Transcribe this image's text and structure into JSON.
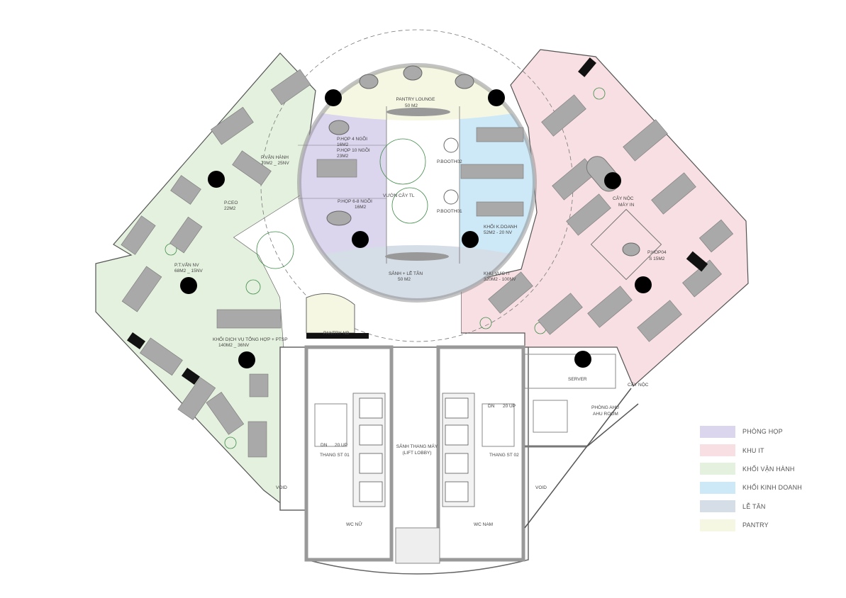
{
  "rooms": {
    "pantry_lounge": {
      "name": "PANTRY LOUNGE",
      "area": "50 M2"
    },
    "p_hop_4": {
      "name": "P.HỌP 4 NGỒI",
      "area": "16M2"
    },
    "p_hop_10": {
      "name": "P.HỌP 10 NGỒI",
      "area": "23M2"
    },
    "p_hop_6_8": {
      "name": "P.HỌP 6-8 NGỒI",
      "area": "16M2"
    },
    "von_cay": {
      "name": "VƯỜN CÂY TL"
    },
    "booth02": {
      "name": "P.BOOTH02"
    },
    "booth01": {
      "name": "P.BOOTH01"
    },
    "khoi_kd": {
      "name": "KHỐI K.DOANH",
      "area": "52M2 - 20 NV"
    },
    "sanh_le_tan": {
      "name": "SẢNH + LỄ TÂN",
      "area": "50 M2"
    },
    "khu_vuc_it": {
      "name": "KHU VỰC IT",
      "area": "320M2 - 100NV"
    },
    "cay_noc_may_in": {
      "name": "CÂY NỘC",
      "sub": "MÁY IN"
    },
    "p_hop04": {
      "name": "P.HOP04",
      "area": "S 15M2"
    },
    "p_van_hanh": {
      "name": "P.VẬN HÀNH",
      "area": "70M2 _ 25NV"
    },
    "p_ceo": {
      "name": "P.CEO",
      "area": "22M2"
    },
    "p_t_van_nv": {
      "name": "P.T.VẤN NV",
      "area": "68M2 _ 15NV"
    },
    "khoi_dich_vu": {
      "name": "KHỐI DỊCH VỤ TỔNG HỢP + PTSP",
      "area": "140M2 _ 36NV"
    },
    "pantry_nb": {
      "name": "PANTRY NB"
    },
    "server": {
      "name": "SERVER"
    },
    "cay_noc": {
      "name": "CÂY NỘC"
    },
    "phong_ahu": {
      "name": "PHÒNG AHU",
      "sub": "AHU ROOM"
    },
    "lift_lobby": {
      "name": "SẢNH THANG MÁY",
      "sub": "(LIFT LOBBY)"
    },
    "thang_01": {
      "name": "THANG ST 01",
      "dn": "DN",
      "up": "20 UP"
    },
    "thang_02": {
      "name": "THANG ST 02",
      "dn": "DN",
      "up": "20 UP"
    },
    "wc_nu": {
      "name": "WC NỮ"
    },
    "wc_nam": {
      "name": "WC NAM"
    },
    "void_left": {
      "name": "VOID"
    },
    "void_right": {
      "name": "VOID"
    }
  },
  "legend": [
    {
      "label": "PHÒNG HỌP",
      "color": "#dcd5ee"
    },
    {
      "label": "KHU IT",
      "color": "#f8dfe3"
    },
    {
      "label": "KHỐI VẬN HÀNH",
      "color": "#e5f1df"
    },
    {
      "label": "KHỐI KINH DOANH",
      "color": "#cde8f6"
    },
    {
      "label": "LỄ TÂN",
      "color": "#d5dde6"
    },
    {
      "label": "PANTRY",
      "color": "#f5f7e3"
    }
  ]
}
